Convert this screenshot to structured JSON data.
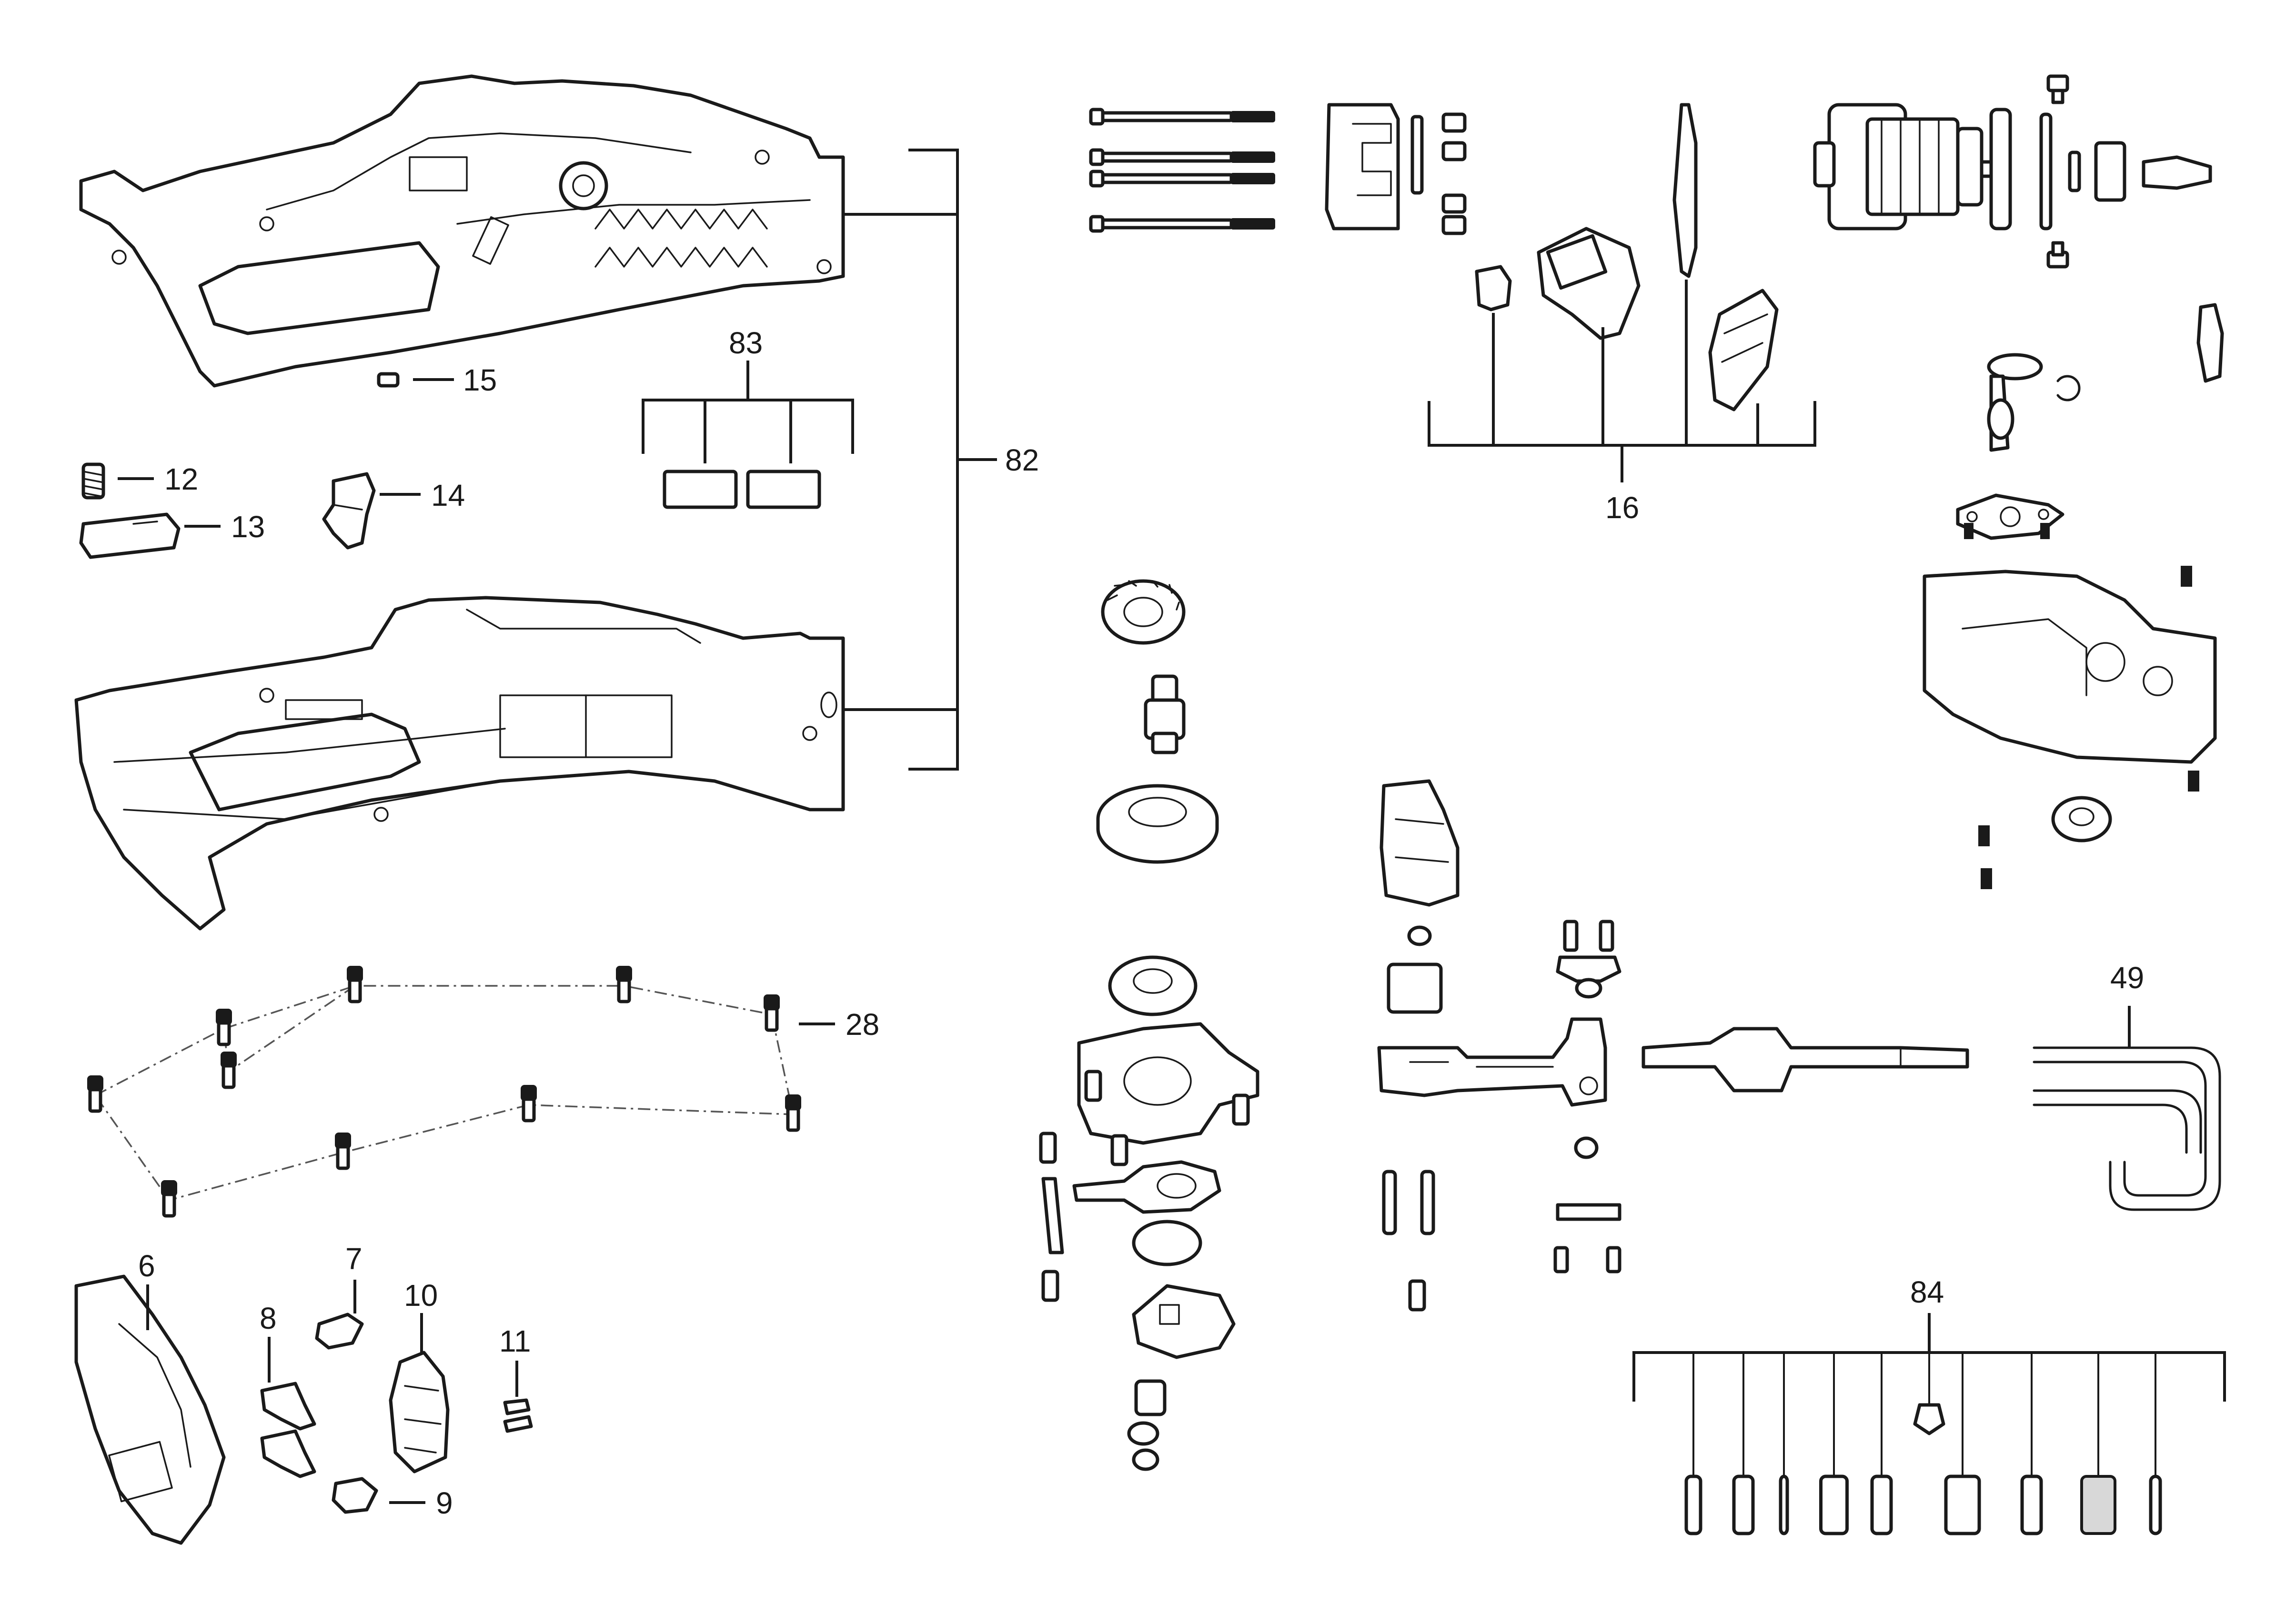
{
  "diagram": {
    "callouts": {
      "c6": "6",
      "c7": "7",
      "c8": "8",
      "c9": "9",
      "c10": "10",
      "c11": "11",
      "c12": "12",
      "c13": "13",
      "c14": "14",
      "c15": "15",
      "c16": "16",
      "c28": "28",
      "c49": "49",
      "c82": "82",
      "c83": "83",
      "c84": "84"
    }
  }
}
